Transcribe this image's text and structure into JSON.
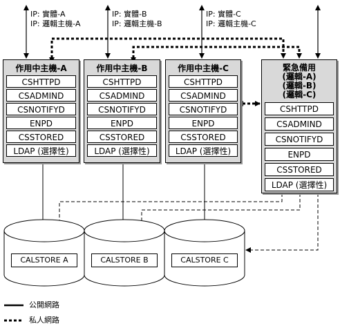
{
  "ip_labels": [
    {
      "line1": "IP: 實體-A",
      "line2": "IP: 邏輯主機-A"
    },
    {
      "line1": "IP: 實體-B",
      "line2": "IP: 邏輯主機-B"
    },
    {
      "line1": "IP: 實體-C",
      "line2": "IP: 邏輯主機-C"
    }
  ],
  "hosts": [
    {
      "title": "作用中主機-A",
      "services": [
        "CSHTTPD",
        "CSADMIND",
        "CSNOTIFYD",
        "ENPD",
        "CSSTORED",
        "LDAP (選擇性)"
      ]
    },
    {
      "title": "作用中主機-B",
      "services": [
        "CSHTTPD",
        "CSADMIND",
        "CSNOTIFYD",
        "ENPD",
        "CSSTORED",
        "LDAP (選擇性)"
      ]
    },
    {
      "title": "作用中主機-C",
      "services": [
        "CSHTTPD",
        "CSADMIND",
        "CSNOTIFYD",
        "ENPD",
        "CSSTORED",
        "LDAP (選擇性)"
      ]
    }
  ],
  "backup": {
    "title_lines": [
      "緊急備用",
      "(邏輯-A)",
      "(邏輯-B)",
      "(邏輯-C)"
    ],
    "services": [
      "CSHTTPD",
      "CSADMIND",
      "CSNOTIFYD",
      "ENPD",
      "CSSTORED",
      "LDAP (選擇性)"
    ]
  },
  "stores": [
    "CALSTORE A",
    "CALSTORE B",
    "CALSTORE C"
  ],
  "legend": {
    "public": "公開網路",
    "private": "私人網路"
  }
}
